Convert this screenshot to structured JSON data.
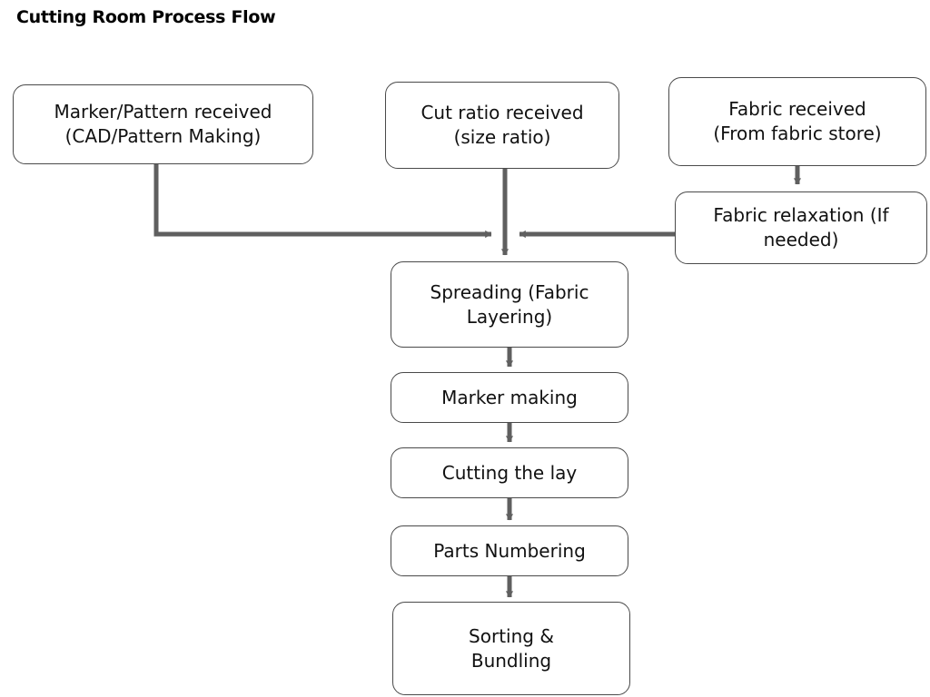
{
  "diagram": {
    "title": "Cutting Room Process Flow",
    "line_color": "#5f5f5f",
    "box_border_color": "#4a4a4a",
    "box_fill_color": "#ffffff",
    "text_color": "#111111",
    "background_color": "#ffffff"
  },
  "nodes": {
    "marker_pattern_received": "Marker/Pattern received\n(CAD/Pattern Making)",
    "cut_ratio_received": "Cut ratio received\n(size ratio)",
    "fabric_received": "Fabric received\n(From fabric store)",
    "fabric_relaxation": "Fabric relaxation (If\nneeded)",
    "spreading": "Spreading (Fabric\nLayering)",
    "marker_making": "Marker making",
    "cutting_the_lay": "Cutting the lay",
    "parts_numbering": "Parts Numbering",
    "sorting_bundling": "Sorting &\nBundling"
  },
  "edges": [
    {
      "from": "marker_pattern_received",
      "to": "spreading",
      "style": "elbow-down-right"
    },
    {
      "from": "cut_ratio_received",
      "to": "spreading",
      "style": "straight-down"
    },
    {
      "from": "fabric_received",
      "to": "fabric_relaxation",
      "style": "straight-down"
    },
    {
      "from": "fabric_relaxation",
      "to": "spreading",
      "style": "elbow-left"
    },
    {
      "from": "spreading",
      "to": "marker_making",
      "style": "straight-down"
    },
    {
      "from": "marker_making",
      "to": "cutting_the_lay",
      "style": "straight-down"
    },
    {
      "from": "cutting_the_lay",
      "to": "parts_numbering",
      "style": "straight-down"
    },
    {
      "from": "parts_numbering",
      "to": "sorting_bundling",
      "style": "straight-down"
    }
  ]
}
